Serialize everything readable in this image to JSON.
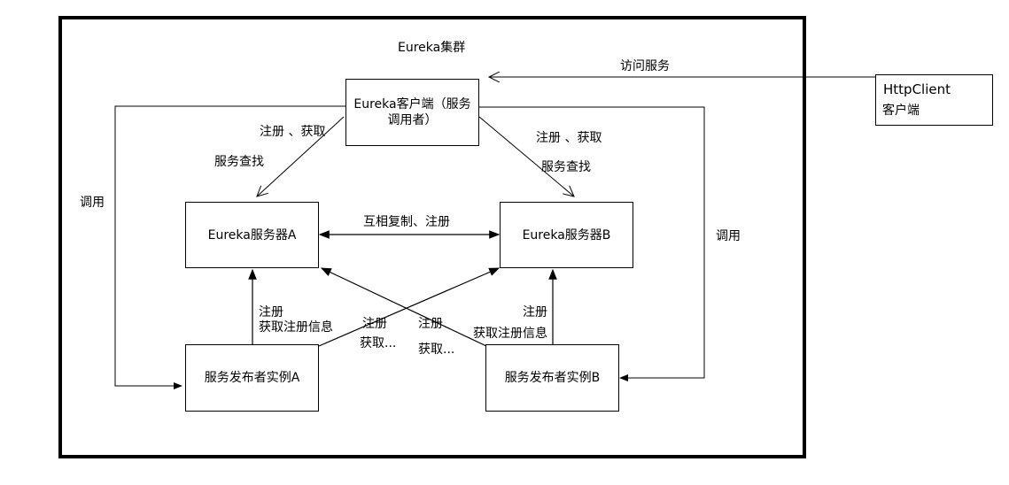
{
  "cluster": {
    "title": "Eureka集群"
  },
  "nodes": {
    "client": "Eureka客户端（服务调用者）",
    "server_a": "Eureka服务器A",
    "server_b": "Eureka服务器B",
    "publisher_a": "服务发布者实例A",
    "publisher_b": "服务发布者实例B",
    "http_client_line1": "HttpClient",
    "http_client_line2": "客户端"
  },
  "edges": {
    "visit_service": "访问服务",
    "left_register_fetch": "注册 、获取",
    "left_service_lookup": "服务查找",
    "right_register_fetch": "注册 、获取",
    "right_service_lookup": "服务查找",
    "mutual_replication": "互相复制、注册",
    "left_call": "调用",
    "right_call": "调用",
    "a_register": "注册",
    "a_fetch_info": "获取注册信息",
    "a_to_b_register": "注册",
    "a_to_b_fetch": "获取...",
    "b_to_a_register": "注册",
    "b_to_a_fetch": "获取...",
    "b_register": "注册",
    "b_fetch_info": "获取注册信息"
  }
}
